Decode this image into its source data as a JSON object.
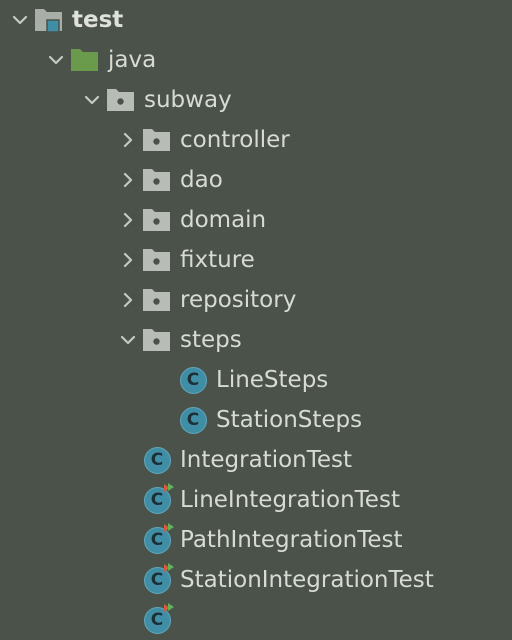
{
  "tree": {
    "items": [
      {
        "label": "test",
        "icon": "test-folder-icon",
        "level": 0,
        "state": "expanded",
        "bold": true
      },
      {
        "label": "java",
        "icon": "source-folder-icon",
        "level": 1,
        "state": "expanded"
      },
      {
        "label": "subway",
        "icon": "package-icon",
        "level": 2,
        "state": "expanded"
      },
      {
        "label": "controller",
        "icon": "package-icon",
        "level": 3,
        "state": "collapsed"
      },
      {
        "label": "dao",
        "icon": "package-icon",
        "level": 3,
        "state": "collapsed"
      },
      {
        "label": "domain",
        "icon": "package-icon",
        "level": 3,
        "state": "collapsed"
      },
      {
        "label": "fixture",
        "icon": "package-icon",
        "level": 3,
        "state": "collapsed"
      },
      {
        "label": "repository",
        "icon": "package-icon",
        "level": 3,
        "state": "collapsed"
      },
      {
        "label": "steps",
        "icon": "package-icon",
        "level": 3,
        "state": "expanded"
      },
      {
        "label": "LineSteps",
        "icon": "class-icon",
        "level": 4,
        "state": "leaf"
      },
      {
        "label": "StationSteps",
        "icon": "class-icon",
        "level": 4,
        "state": "leaf"
      },
      {
        "label": "IntegrationTest",
        "icon": "class-icon",
        "level": 3,
        "state": "leaf"
      },
      {
        "label": "LineIntegrationTest",
        "icon": "test-class-icon",
        "level": 3,
        "state": "leaf"
      },
      {
        "label": "PathIntegrationTest",
        "icon": "test-class-icon",
        "level": 3,
        "state": "leaf"
      },
      {
        "label": "StationIntegrationTest",
        "icon": "test-class-icon",
        "level": 3,
        "state": "leaf"
      },
      {
        "label": "",
        "icon": "test-class-icon",
        "level": 3,
        "state": "leaf"
      }
    ]
  },
  "colors": {
    "background": "#4b5249",
    "text": "#d7dad5",
    "source_folder": "#6a9a4c",
    "package": "#b7bcb6",
    "class_circle": "#3f8ea6",
    "test_marker_green": "#5fb25a",
    "test_marker_red": "#d35a3c"
  }
}
